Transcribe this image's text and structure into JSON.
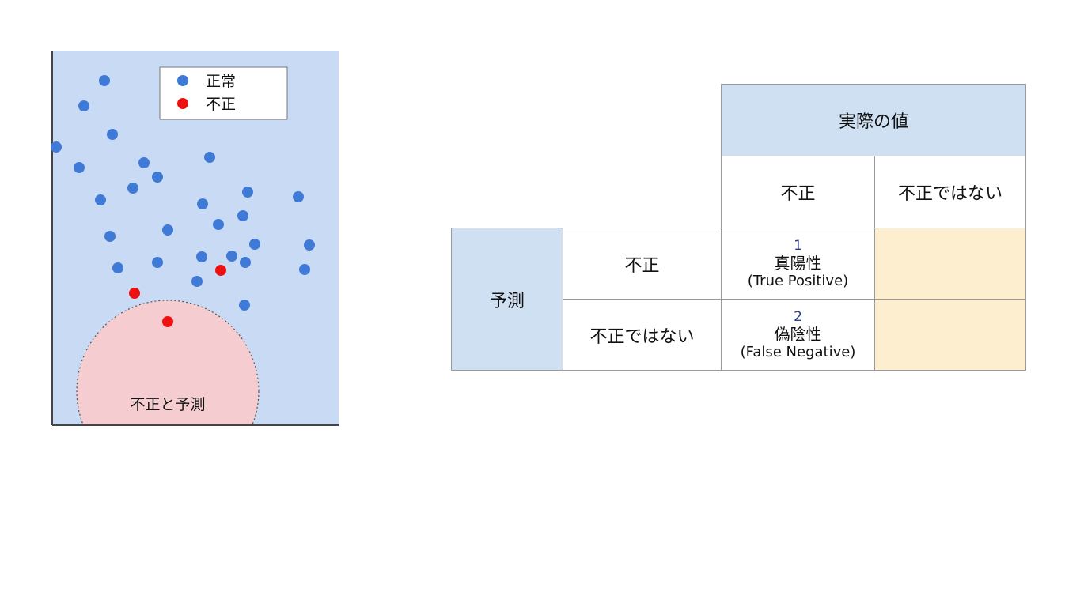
{
  "scatter": {
    "legend": [
      {
        "label": "正常",
        "color": "#3f7bd6"
      },
      {
        "label": "不正",
        "color": "#ee1111"
      }
    ],
    "region_label": "不正と予測",
    "colors": {
      "background": "#c9daf5",
      "region": "#f5cdd1",
      "normal": "#3f7bd6",
      "fraud": "#ee1111"
    }
  },
  "matrix": {
    "actual_header": "実際の値",
    "actual_cols": [
      "不正",
      "不正ではない"
    ],
    "predicted_header": "予測",
    "predicted_rows": [
      "不正",
      "不正ではない"
    ],
    "cells": [
      {
        "number": "1",
        "jp": "真陽性",
        "en": "(True Positive)"
      },
      {
        "number": "2",
        "jp": "偽陰性",
        "en": "(False Negative)"
      }
    ],
    "colors": {
      "header": "#cfe0f3",
      "highlight": "#fdeed0",
      "number": "#2b3a8a"
    }
  }
}
